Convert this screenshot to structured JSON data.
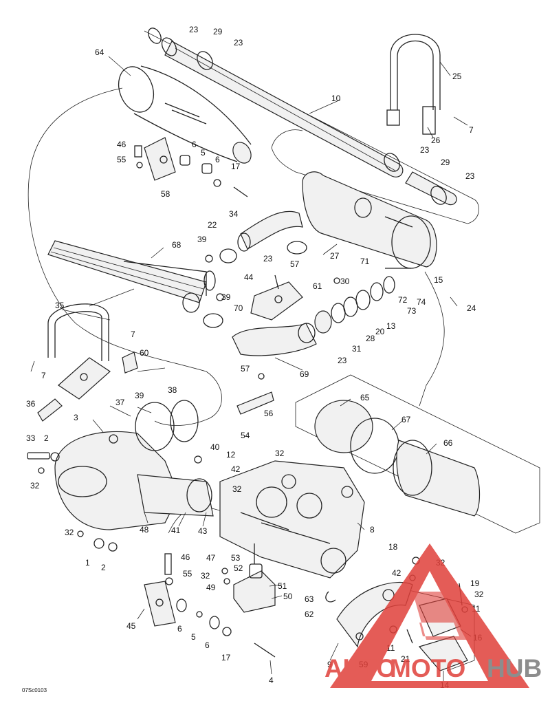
{
  "diagram": {
    "drawing_code": "07Sc0103",
    "callouts": [
      "23",
      "29",
      "23",
      "64",
      "25",
      "10",
      "7",
      "26",
      "46",
      "6",
      "5",
      "6",
      "55",
      "17",
      "23",
      "29",
      "23",
      "58",
      "34",
      "22",
      "27",
      "71",
      "15",
      "24",
      "68",
      "39",
      "44",
      "23",
      "57",
      "61",
      "30",
      "74",
      "72",
      "73",
      "13",
      "20",
      "28",
      "31",
      "23",
      "39",
      "70",
      "35",
      "7",
      "60",
      "7",
      "36",
      "69",
      "57",
      "56",
      "65",
      "37",
      "39",
      "38",
      "3",
      "67",
      "66",
      "33",
      "2",
      "40",
      "12",
      "54",
      "32",
      "42",
      "32",
      "32",
      "48",
      "41",
      "43",
      "8",
      "32",
      "1",
      "2",
      "46",
      "55",
      "47",
      "32",
      "53",
      "52",
      "49",
      "51",
      "50",
      "63",
      "62",
      "18",
      "32",
      "42",
      "19",
      "32",
      "11",
      "45",
      "6",
      "5",
      "6",
      "17",
      "4",
      "9",
      "59",
      "11",
      "21",
      "16",
      "14"
    ]
  },
  "watermark": {
    "text_auto": "AUTO",
    "text_moto": "MOTO",
    "text_hub": "HUB",
    "color_red": "#e0403a",
    "color_grey": "#7a7a7a"
  }
}
